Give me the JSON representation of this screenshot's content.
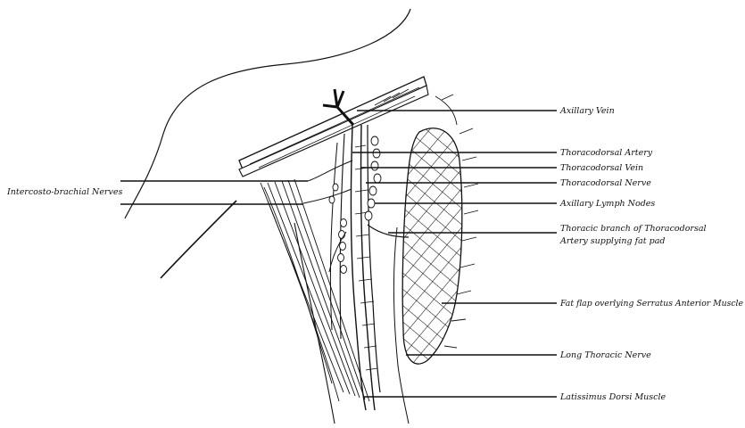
{
  "diagram": {
    "labels": {
      "axillary_vein": "Axillary Vein",
      "thoracodorsal_artery": "Thoracodorsal Artery",
      "thoracodorsal_vein": "Thoracodorsal Vein",
      "thoracodorsal_nerve": "Thoracodorsal Nerve",
      "axillary_lymph_nodes": "Axillary Lymph Nodes",
      "thoracic_branch_line1": "Thoracic branch of Thoracodorsal",
      "thoracic_branch_line2": "Artery supplying fat pad",
      "fat_flap": "Fat flap overlying Serratus Anterior Muscle",
      "long_thoracic_nerve": "Long Thoracic Nerve",
      "latissimus_dorsi": "Latissimus Dorsi Muscle",
      "intercostobrachial_nerves": "Intercosto-brachial Nerves"
    },
    "colors": {
      "ink": "#111111",
      "background": "#ffffff"
    }
  }
}
